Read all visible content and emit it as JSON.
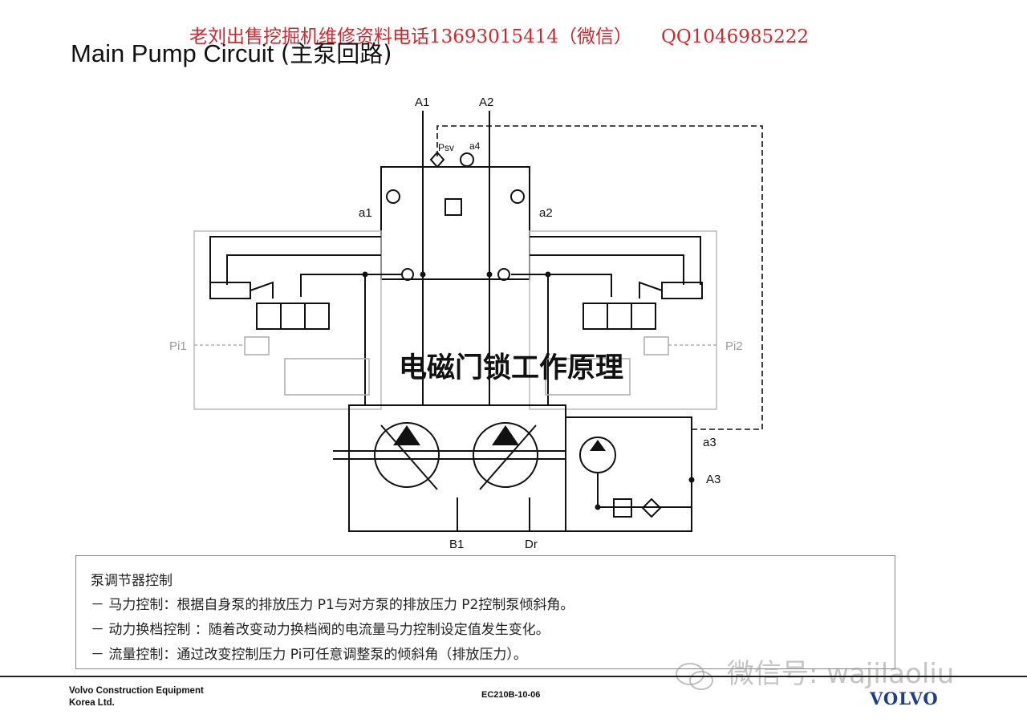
{
  "watermark": {
    "text": "老刘出售挖掘机维修资料电话13693015414（微信）",
    "qq": "QQ1046985222"
  },
  "title": {
    "en": "Main Pump Circuit",
    "cn": "(主泵回路)"
  },
  "overlay_title": "电磁门锁工作原理",
  "diagram_labels": {
    "a1_port": "A1",
    "a2_port": "A2",
    "psv": "Psv",
    "a4": "a4",
    "a1": "a1",
    "a2": "a2",
    "pi1": "Pi1",
    "pi2": "Pi2",
    "a3_small": "a3",
    "a3_port": "A3",
    "b1": "B1",
    "dr": "Dr"
  },
  "textbox": {
    "heading": "泵调节器控制",
    "line1": "－ 马力控制：根据自身泵的排放压力 P1与对方泵的排放压力 P2控制泵倾斜角。",
    "line2": "－ 动力换档控制 ：随着改变动力换档阀的电流量马力控制设定值发生变化。",
    "line3": "－ 流量控制：通过改变控制压力 Pi可任意调整泵的倾斜角（排放压力）。"
  },
  "footer": {
    "company_line1": "Volvo Construction Equipment",
    "company_line2": "Korea Ltd.",
    "doc_code": "EC210B-10-06",
    "brand": "VOLVO",
    "wechat_watermark": "微信号: wajilaoliu"
  },
  "colors": {
    "watermark": "#d0282c",
    "brand": "#1f3e8a",
    "line": "#111111",
    "ghost": "#b0b0b0"
  }
}
